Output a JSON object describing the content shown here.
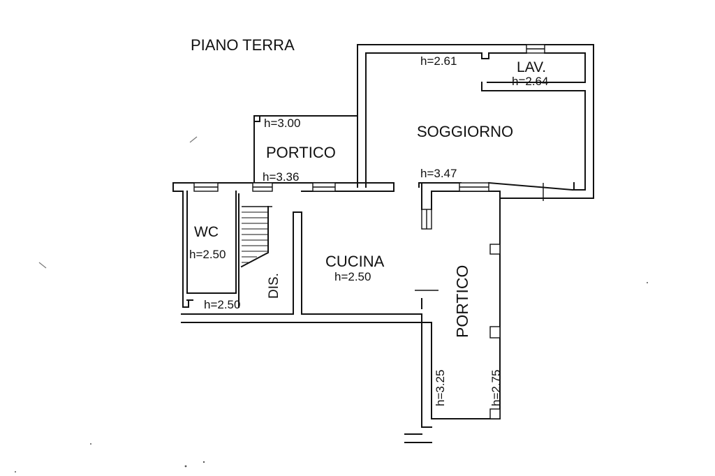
{
  "plan": {
    "title": "PIANO TERRA",
    "rooms": {
      "soggiorno": {
        "name": "SOGGIORNO",
        "height_top": "h=2.61",
        "height_bottom": "h=3.47"
      },
      "lavanderia": {
        "name": "LAV.",
        "height": "h=2.64"
      },
      "portico_north": {
        "name": "PORTICO",
        "height_top": "h=3.00",
        "height_bottom": "h=3.36"
      },
      "wc": {
        "name": "WC",
        "height": "h=2.50"
      },
      "disimpegno": {
        "name": "DIS.",
        "height": "h=2.50"
      },
      "cucina": {
        "name": "CUCINA",
        "height": "h=2.50"
      },
      "portico_east": {
        "name": "PORTICO",
        "height_left": "h=3.25",
        "height_right": "h=2.75"
      }
    }
  },
  "colors": {
    "ink": "#111111",
    "paper": "#ffffff"
  }
}
